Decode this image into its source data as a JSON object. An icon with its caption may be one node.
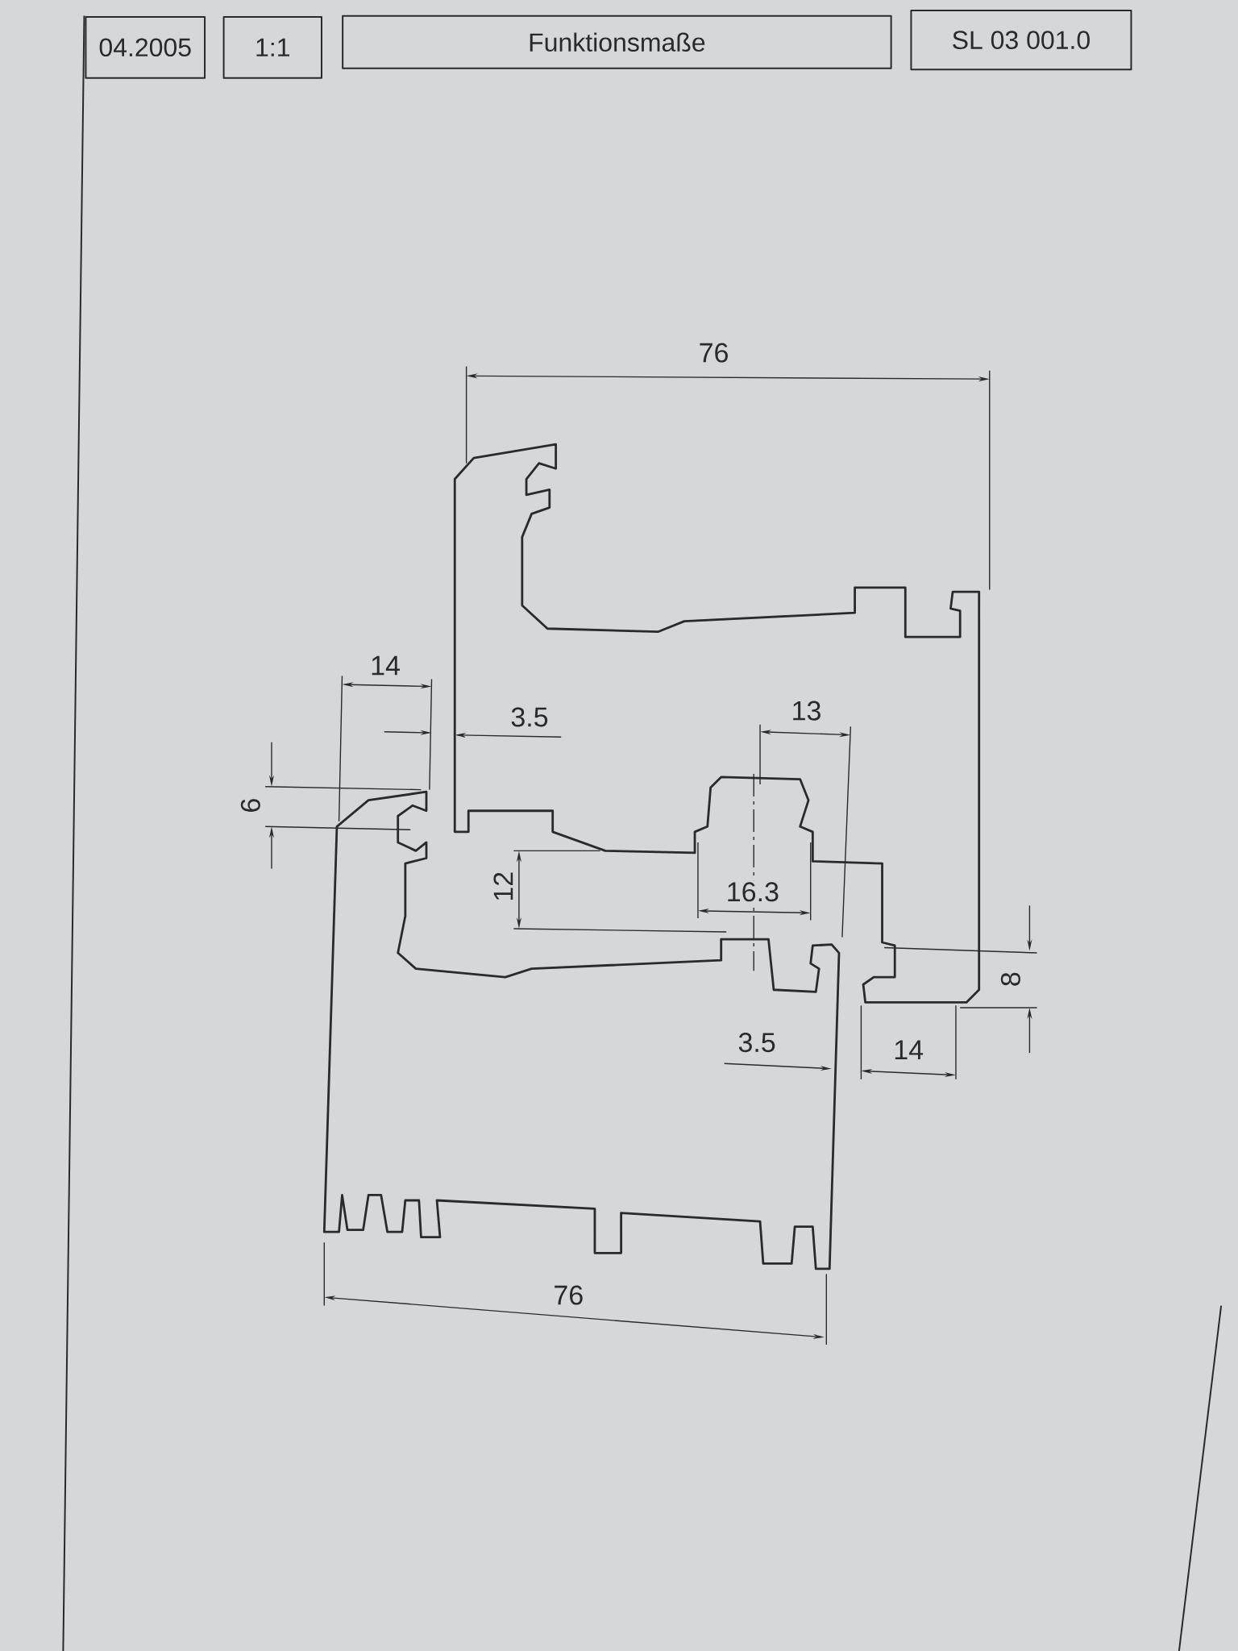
{
  "diagram": {
    "nodes": [
      {
        "text": [
          "04.2005"
        ]
      },
      {
        "text": [
          "1:1"
        ]
      },
      {
        "text": [
          "Funktionsmaße"
        ]
      },
      {
        "text": [
          "SL 03 001.0"
        ]
      }
    ],
    "labels": [
      "76",
      "14",
      "3.5",
      "6",
      "13",
      "12",
      "16.3",
      "8",
      "3.5",
      "14",
      "76"
    ]
  }
}
